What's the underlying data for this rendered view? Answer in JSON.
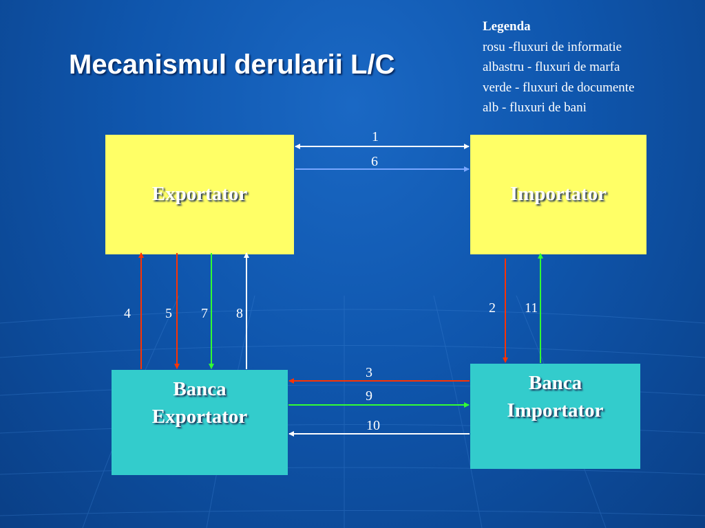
{
  "title": "Mecanismul derularii L/C",
  "legend": {
    "heading": "Legenda",
    "items": [
      "rosu -fluxuri de informatie",
      "albastru - fluxuri de marfa",
      "verde - fluxuri de documente",
      "alb - fluxuri de bani"
    ]
  },
  "nodes": {
    "exportator": "Exportator",
    "importator": "Importator",
    "banca_exportator_line1": "Banca",
    "banca_exportator_line2": "Exportator",
    "banca_importator_line1": "Banca",
    "banca_importator_line2": "Importator"
  },
  "flows": {
    "f1": "1",
    "f2": "2",
    "f3": "3",
    "f4": "4",
    "f5": "5",
    "f6": "6",
    "f7": "7",
    "f8": "8",
    "f9": "9",
    "f10": "10",
    "f11": "11"
  },
  "colors": {
    "information": "#ff3300",
    "goods": "#7aa7ff",
    "documents": "#33ff33",
    "money": "#ffffff",
    "box_party": "#ffff66",
    "box_bank": "#33cccc"
  }
}
